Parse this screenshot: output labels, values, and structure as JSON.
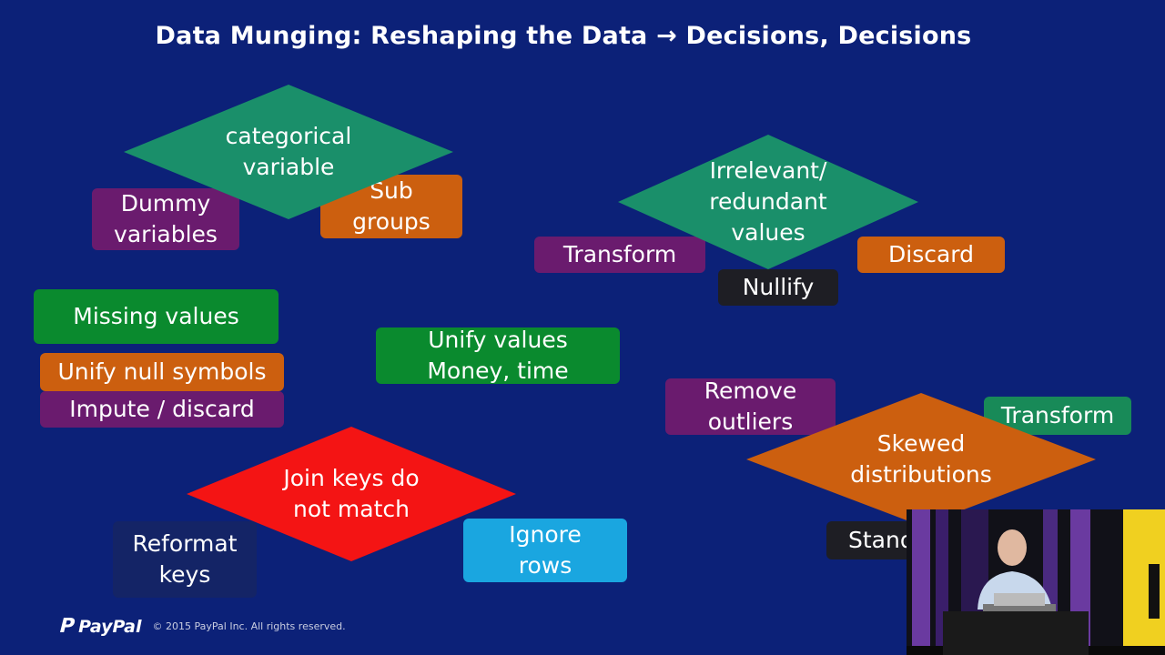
{
  "slide": {
    "title": "Data Munging: Reshaping the Data → Decisions, Decisions"
  },
  "diagram": {
    "categorical": {
      "label": "categorical\nvariable",
      "color": "#1a8f6a"
    },
    "dummy": "Dummy\nvariables",
    "sub_groups": "Sub\ngroups",
    "irrelevant": {
      "label": "Irrelevant/\nredundant\nvalues",
      "color": "#1a8f6a"
    },
    "transform_left": "Transform",
    "nullify": "Nullify",
    "discard": "Discard",
    "missing_values": "Missing values",
    "unify_null": "Unify null symbols",
    "impute_discard": "Impute / discard",
    "unify_values": "Unify values\nMoney, time",
    "remove_outliers": "Remove\noutliers",
    "transform_right": "Transform",
    "skewed": {
      "label": "Skewed\ndistributions",
      "color": "#cc5f0f"
    },
    "standardize_partial": "Stand",
    "join_keys": {
      "label": "Join keys do\nnot match",
      "color": "#f41414"
    },
    "reformat_keys": "Reformat\nkeys",
    "ignore_rows": "Ignore\nrows"
  },
  "footer": {
    "logo_text": "PayPal",
    "logo_icon": "paypal-p-icon",
    "copyright": "© 2015 PayPal Inc. All rights reserved."
  },
  "video": {
    "description_icon": "speaker-video-icon",
    "backdrop_colors": [
      "#5a2a8a",
      "#1c1c2e",
      "#f0d020"
    ]
  }
}
